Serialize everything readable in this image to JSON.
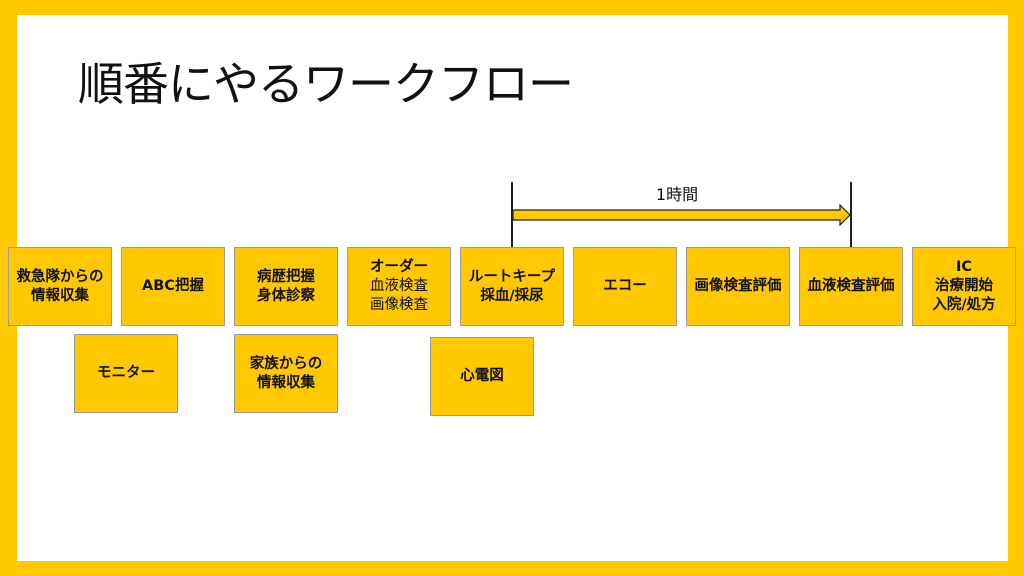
{
  "title": "順番にやるワークフロー",
  "duration_label": "1時間",
  "colors": {
    "frame": "#FFC800",
    "box": "#FFC800",
    "box_border": "#9a9a9a"
  },
  "top_row": [
    {
      "lines": [
        {
          "text": "救急隊からの",
          "bold": true
        },
        {
          "text": "情報収集",
          "bold": true
        }
      ]
    },
    {
      "lines": [
        {
          "text": "ABC把握",
          "bold": true
        }
      ]
    },
    {
      "lines": [
        {
          "text": "病歴把握",
          "bold": true
        },
        {
          "text": "身体診察",
          "bold": true
        }
      ]
    },
    {
      "lines": [
        {
          "text": "オーダー",
          "bold": true
        },
        {
          "text": "血液検査",
          "bold": false
        },
        {
          "text": "画像検査",
          "bold": false
        }
      ]
    },
    {
      "lines": [
        {
          "text": "ルートキープ",
          "bold": true
        },
        {
          "text": "採血/採尿",
          "bold": true
        }
      ]
    },
    {
      "lines": [
        {
          "text": "エコー",
          "bold": true
        }
      ]
    },
    {
      "lines": [
        {
          "text": "画像検査評価",
          "bold": true
        }
      ]
    },
    {
      "lines": [
        {
          "text": "血液検査評価",
          "bold": true
        }
      ]
    },
    {
      "lines": [
        {
          "text": "IC",
          "bold": true
        },
        {
          "text": "治療開始",
          "bold": true
        },
        {
          "text": "入院/処方",
          "bold": true
        }
      ]
    }
  ],
  "bottom_row": [
    {
      "lines": [
        {
          "text": "モニター",
          "bold": true
        }
      ]
    },
    {
      "lines": [
        {
          "text": "家族からの",
          "bold": true
        },
        {
          "text": "情報収集",
          "bold": true
        }
      ]
    },
    {
      "lines": [
        {
          "text": "心電図",
          "bold": true
        }
      ]
    }
  ]
}
